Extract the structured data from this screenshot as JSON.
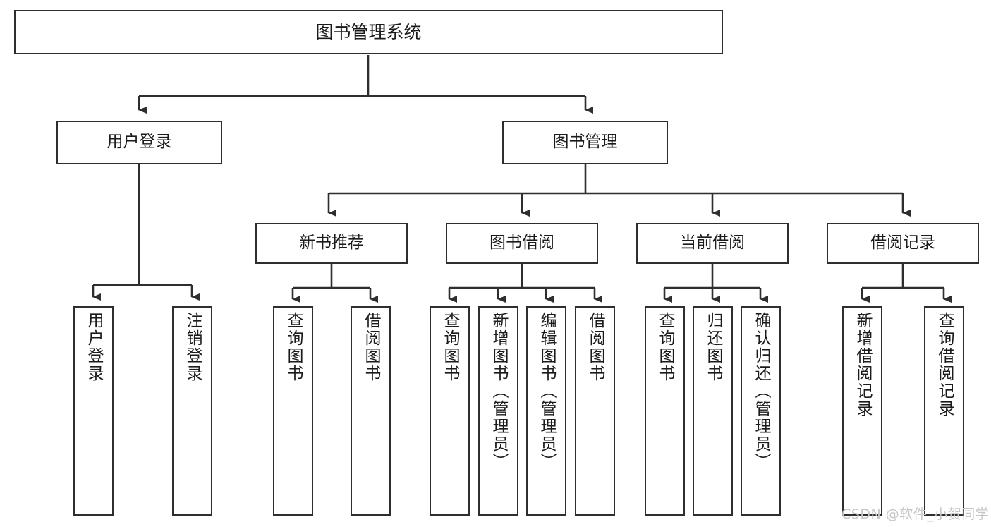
{
  "diagram": {
    "title": "图书管理系统",
    "watermark": "CSDN @软件_小贺同学",
    "colors": {
      "box_stroke": "#2e2e2e",
      "box_fill": "#ffffff",
      "connector": "#2e2e2e",
      "text": "#1b1b1b",
      "watermark": "#c6c6c6"
    },
    "root": {
      "label": "图书管理系统"
    },
    "level1": [
      {
        "label": "用户登录"
      },
      {
        "label": "图书管理"
      }
    ],
    "level2": [
      {
        "label": "新书推荐"
      },
      {
        "label": "图书借阅"
      },
      {
        "label": "当前借阅"
      },
      {
        "label": "借阅记录"
      }
    ],
    "leaves": {
      "user_login": [
        {
          "label": "用户登录"
        },
        {
          "label": "注销登录"
        }
      ],
      "new_book_recommend": [
        {
          "label": "查询图书"
        },
        {
          "label": "借阅图书"
        }
      ],
      "book_borrow": [
        {
          "label": "查询图书"
        },
        {
          "label": "新增图书（管理员）"
        },
        {
          "label": "编辑图书（管理员）"
        },
        {
          "label": "借阅图书"
        }
      ],
      "current_borrow": [
        {
          "label": "查询图书"
        },
        {
          "label": "归还图书"
        },
        {
          "label": "确认归还（管理员）"
        }
      ],
      "borrow_record": [
        {
          "label": "新增借阅记录"
        },
        {
          "label": "查询借阅记录"
        }
      ]
    }
  }
}
